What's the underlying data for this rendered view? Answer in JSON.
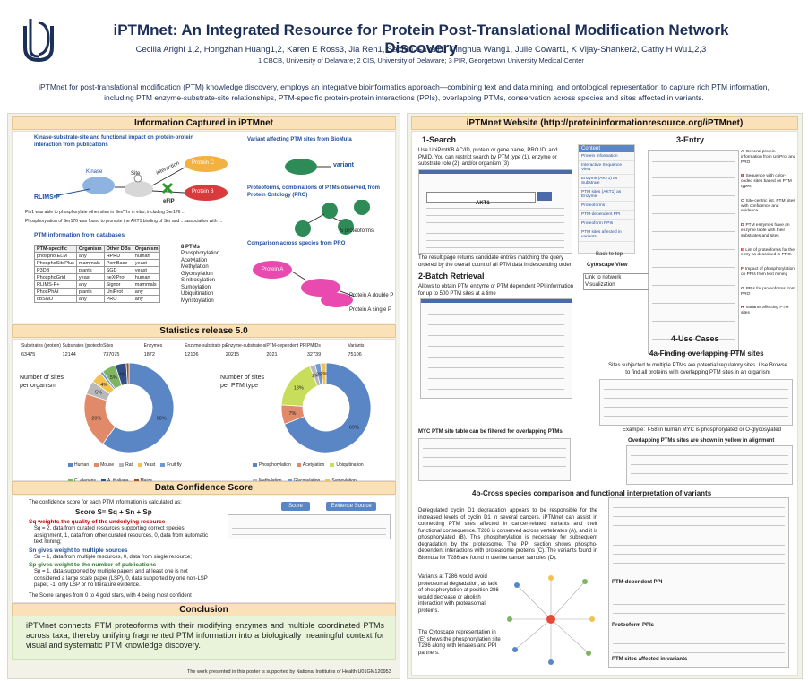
{
  "header": {
    "title": "iPTMnet: An Integrated Resource for Protein Post-Translational Modification Network Discovery",
    "authors": "Cecilia Arighi 1,2, Hongzhan Huang1,2, Karen E Ross3, Jia Ren1, Sachin Gavali1, Qinghua Wang1, Julie Cowart1, K Vijay-Shanker2, Cathy H Wu1,2,3",
    "affiliations": "1 CBCB, University of Delaware; 2 CIS, University of Delaware; 3 PIR, Georgetown University Medical Center",
    "abstract": "iPTMnet for post-translational modification (PTM) knowledge discovery, employs an integrative bioinformatics approach—combining text and data mining, and ontological representation to capture rich PTM information, including PTM enzyme-substrate-site relationships, PTM-specific protein-protein interactions (PPIs), overlapping PTMs, conservation across species and sites affected in variants."
  },
  "left": {
    "captured": {
      "heading": "Information Captured in iPTMnet",
      "kinase_title": "Kinase-substrate-site and functional impact on protein-protein interaction from publications",
      "variant_title": "Variant affecting PTM sites from BioMuta",
      "variant_label": "variant",
      "proteoforms_title": "Proteoforms, combinations of PTMs observed, from Protein Ontology (PRO)",
      "proteoforms_label": "5 proteoforms",
      "comparison_title": "Comparison across species from PRO",
      "protein_a": "Protein A",
      "protein_a_double": "Protein A double P",
      "protein_a_single": "Protein A single P",
      "kinase_label": "Kinase",
      "rlims_label": "RLIMS-P",
      "efip_label": "eFIP",
      "protein_c": "Protein C",
      "protein_b": "Protein B",
      "interaction_label": "interaction",
      "site_label": "Site",
      "note_1": "Pin1 was able to phosphorylate other sites in Ser/Thr in vitro, including Ser176 ...",
      "note_2": "Phosphorylation of Ser176 was found to promote the AKT1 binding of Ser and ... association with ...",
      "db_title": "PTM information from databases",
      "table_headers": [
        "PTM-specific",
        "Organism",
        "Other DBs",
        "Organism"
      ],
      "table_rows": [
        [
          "phospho.ELM",
          "any",
          "HPRD",
          "human"
        ],
        [
          "PhosphoSitePlus",
          "mammals",
          "PomBase",
          "yeast"
        ],
        [
          "P3DB",
          "plants",
          "SGD",
          "yeast"
        ],
        [
          "PhosphoGrid",
          "yeast",
          "neXtProt",
          "human"
        ],
        [
          "RLIMS-P+",
          "any",
          "Signor",
          "mammals"
        ],
        [
          "PhosPhAt",
          "plants",
          "UniProt",
          "any"
        ],
        [
          "dbSNO",
          "any",
          "PRO",
          "any"
        ]
      ],
      "ptm_types_title": "8 PTMs",
      "ptm_types": [
        "Phosphorylation",
        "Acetylation",
        "Methylation",
        "Glycosylation",
        "S-nitrosylation",
        "Sumoylation",
        "Ubiquitination",
        "Myristoylation"
      ]
    },
    "stats": {
      "heading": "Statistics release 5.0",
      "columns": [
        "Substrates (protein)",
        "Substrates (proteoforms)",
        "Sites",
        "Enzymes",
        "Enzyme-substrate pairs",
        "Enzyme-substrate-site",
        "PTM-dependent PPI",
        "PMIDs",
        "Variants"
      ],
      "values": [
        "63475",
        "12144",
        "737075",
        "1872",
        "12106",
        "20215",
        "2021",
        "32739",
        "75106"
      ],
      "organism_label": "Number of sites per organism",
      "ptm_label": "Number of sites per PTM type"
    },
    "confidence": {
      "heading": "Data Confidence Score",
      "intro": "The confidence score for each PTM information is calculated as:",
      "formula": "Score S= Sq + Sn + Sp",
      "sq_title": "Sq weights the quality of the underlying resource",
      "sq_text": "Sq = 2, data from curated resources supporting correct species assignment, 1, data from other curated resources, 0, data from automatic text mining;",
      "sn_title": "Sn gives weight to multiple sources",
      "sn_text": "Sn = 1, data from multiple resources, 0, data from single resource;",
      "sp_title": "Sp gives weight to the number of publications",
      "sp_text": "Sp = 1, data supported by multiple papers and at least one is not considered a large scale paper (LSP), 0, data supported by one non-LSP paper, -1, only LSP or no literature evidence.",
      "range_note": "The Score ranges from 0 to 4 gold stars, with 4 being most confident",
      "score_btn": "Score",
      "evidence_btn": "Evidence Source"
    },
    "conclusion": {
      "heading": "Conclusion",
      "text": "iPTMnet connects PTM proteoforms with their modifying enzymes and multiple coordinated PTMs across taxa, thereby unifying fragmented PTM information into a biologically meaningful context for visual and systematic PTM knowledge discovery.",
      "funding": "The work presented in this poster is supported by National Institutes of Health U01GM120953"
    }
  },
  "right": {
    "heading": "iPTMnet Website (http://proteininformationresource.org/iPTMnet)",
    "search": {
      "title": "1-Search",
      "text": "Use UniProtKB AC/ID, protein or gene name, PRO ID, and PMID. You can restrict search by PTM type (1), enzyme or substrate role (2), and/or organism (3)",
      "akt1": "AKT1",
      "result": "The result page returns candidate entries matching the query ordered by the overall count of all PTM data in descending order"
    },
    "batch": {
      "title": "2-Batch Retrieval",
      "text": "Allows to obtain PTM enzyme or PTM dependent PPI information for up to 500 PTM sites at a time"
    },
    "entry": {
      "title": "3-Entry",
      "content": "Content",
      "menu": [
        "Protein Information",
        "Interactive Sequence View",
        "Enzyme (AKT1) as Substrate",
        "PTM sites (AKT1) as Enzyme",
        "Proteoforms",
        "PTM-dependent PPI",
        "Proteoform PPIs",
        "PTM sites affected in variants"
      ],
      "notes": [
        {
          "k": "A",
          "t": "General protein information from UniProt and PRO"
        },
        {
          "k": "B",
          "t": "Sequence with color-coded sites based on PTM types"
        },
        {
          "k": "C",
          "t": "Site-centric list. PTM sites with confidence and evidence"
        },
        {
          "k": "D",
          "t": "PTM enzymes have an enzyme table with their substrates and sites"
        },
        {
          "k": "E",
          "t": "List of proteoforms for the entry as described in PRO."
        },
        {
          "k": "F",
          "t": "Impact of phosphorylation on PPIs from text mining"
        },
        {
          "k": "G",
          "t": "PPIs for proteoforms from PRO"
        },
        {
          "k": "H",
          "t": "Variants affecting PTM sites"
        }
      ],
      "cytoscape": "Cytoscape View",
      "link_note": "Link to network Visualization",
      "back_top": "Back to top"
    },
    "usecases": {
      "title": "4-Use Cases",
      "sub4a": "4a-Finding overlapping PTM sites",
      "text4a": "Sites subjected to multiple PTMs are potential regulatory sites. Use Browse to find all proteins with overlapping PTM sites in an organism",
      "example": "Example: T-58 in human MYC is phosphorylated or O-glycosylated",
      "myc_note": "MYC PTM site table can be filtered for overlapping PTMs",
      "overlap_note": "Overlapping PTMs sites are shown in yellow in alignment",
      "sub4b": "4b-Cross species comparison and functional interpretation of variants",
      "text4b": "Deregulated cyclin D1 degradation appears to be responsible for the increased levels of cyclin D1 in several cancers. iPTMnet can assist in connecting PTM sites affected in cancer-related variants and their functional consequence. T286 is conserved across vertebrates (A), and it is phosphorylated (B). This phosphorylation is necessary for subsequent degradation by the proteosome. The PPI section shows phospho-dependent interactions with proteasome proteins (C). The variants found in Biomuta for T286 are found in uterine cancer samples (D).",
      "variants_note": "Variants at T286 would avoid proteosomal degradation, as lack of phosphorylation at position 286 would decrease or abolish interaction with proteasomal proteins.",
      "cytoscape_note": "The Cytoscape representation in (E) shows the phosphorylation site T286 along with kinases and PPI partners.",
      "ptm_dep_ppi": "PTM-dependent PPI",
      "proteoform_ppis": "Proteoform PPIs",
      "variants_table": "PTM sites affected in variants"
    }
  },
  "charts": {
    "organism": {
      "type": "pie",
      "labels": [
        "Human",
        "Mouse",
        "Rat",
        "Yeast",
        "Fruit fly",
        "C. elegans",
        "A. thaliana",
        "Maize"
      ],
      "values": [
        60,
        20,
        5,
        4,
        1,
        5,
        4,
        1
      ],
      "colors": [
        "#5b86c5",
        "#e08a6a",
        "#b8b8b8",
        "#f2c14e",
        "#6c99d6",
        "#7fb560",
        "#2f4f86",
        "#9a4f2a"
      ]
    },
    "ptm": {
      "type": "pie",
      "labels": [
        "Phosphorylation",
        "Acetylation",
        "Ubiquitination",
        "Methylation",
        "Glycosylation",
        "Sumoylation"
      ],
      "values": [
        69,
        7,
        18,
        2,
        2,
        2
      ],
      "colors": [
        "#5b86c5",
        "#e08a6a",
        "#c8de5a",
        "#b8b8b8",
        "#6c99d6",
        "#f2c14e"
      ]
    }
  }
}
